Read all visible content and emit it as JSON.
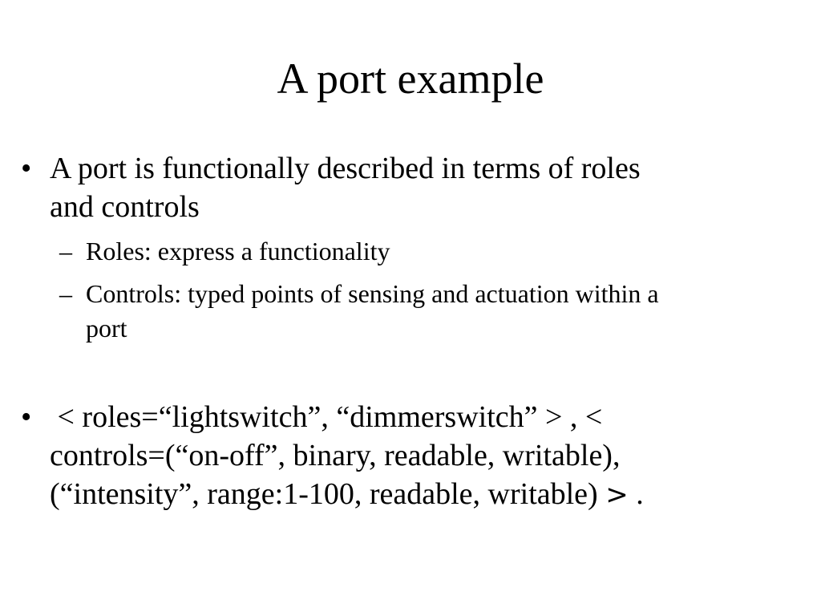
{
  "slide": {
    "title": "A port example",
    "bullet_symbol": "•",
    "sub_symbol": "–",
    "bullets": [
      {
        "lines": [
          "A port is functionally described in terms of roles",
          "and controls"
        ],
        "subitems": [
          {
            "lines": [
              "Roles: express a functionality"
            ]
          },
          {
            "lines": [
              "Controls: typed points of sensing and actuation within a",
              "port"
            ]
          }
        ]
      },
      {
        "lines": [
          " < roles=“lightswitch”, “dimmerswitch” > , <",
          "controls=(“on-off”, binary, readable, writable),",
          "(“intensity”, range:1-100, readable, writable) "
        ],
        "closing_symbol": ">",
        "closing_tail": " ."
      }
    ]
  }
}
